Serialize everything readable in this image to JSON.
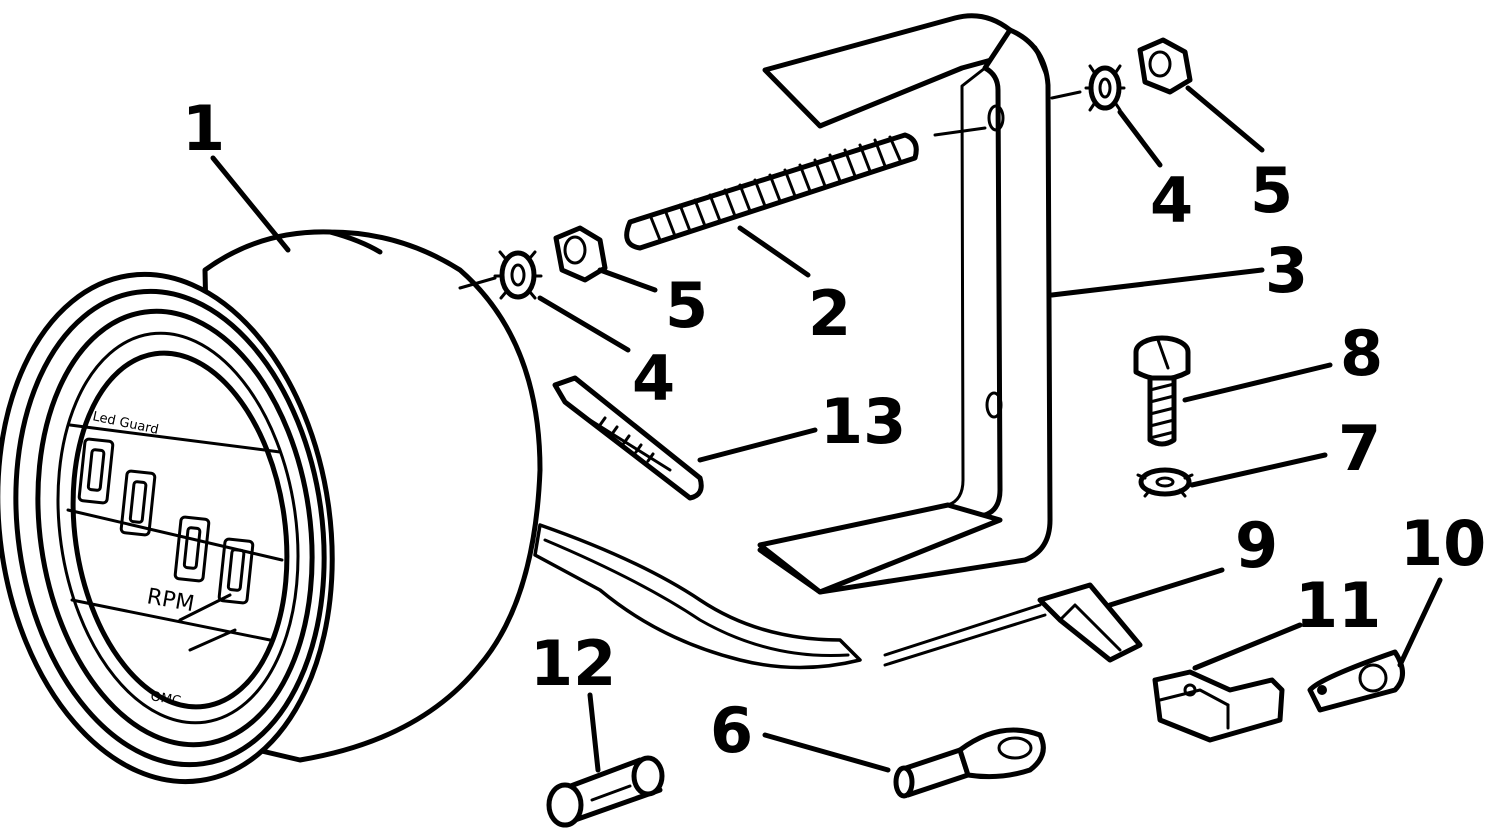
{
  "labels": {
    "part1": "1",
    "part2": "2",
    "part3": "3",
    "part4a": "4",
    "part4b": "4",
    "part5a": "5",
    "part5b": "5",
    "part6": "6",
    "part7": "7",
    "part8": "8",
    "part9": "9",
    "part10": "10",
    "part11": "11",
    "part12": "12",
    "part13": "13"
  },
  "gauge": {
    "unit": "RPM",
    "brand": "OMC",
    "handwriting": "Led Guard"
  }
}
